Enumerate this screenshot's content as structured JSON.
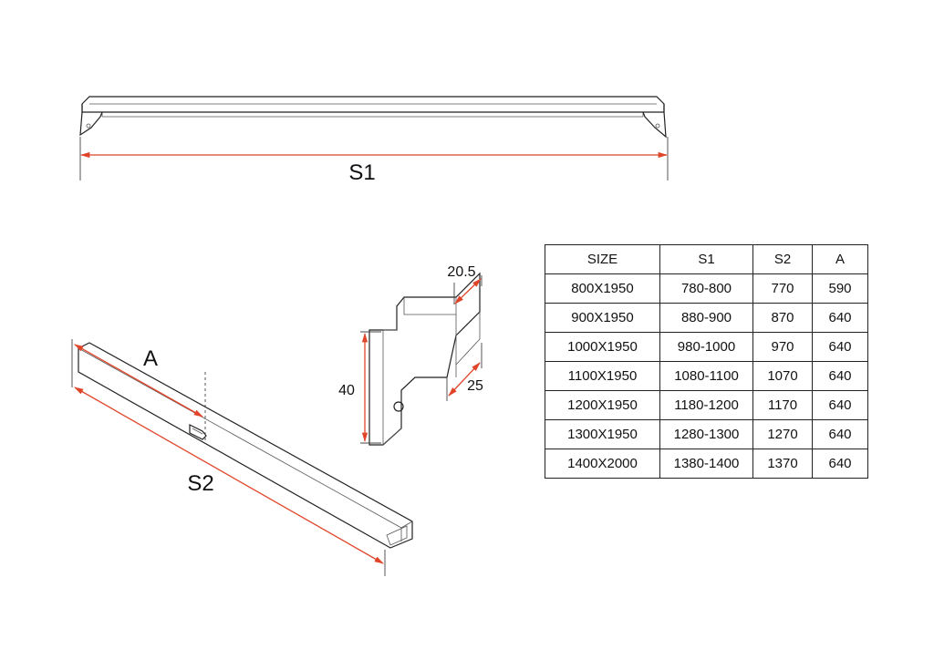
{
  "labels": {
    "s1": "S1",
    "s2": "S2",
    "a": "A",
    "bracket_width": "20.5",
    "bracket_height": "40",
    "bracket_depth": "25"
  },
  "table": {
    "headers": [
      "SIZE",
      "S1",
      "S2",
      "A"
    ],
    "rows": [
      [
        "800X1950",
        "780-800",
        "770",
        "590"
      ],
      [
        "900X1950",
        "880-900",
        "870",
        "640"
      ],
      [
        "1000X1950",
        "980-1000",
        "970",
        "640"
      ],
      [
        "1100X1950",
        "1080-1100",
        "1070",
        "640"
      ],
      [
        "1200X1950",
        "1180-1200",
        "1170",
        "640"
      ],
      [
        "1300X1950",
        "1280-1300",
        "1270",
        "640"
      ],
      [
        "1400X2000",
        "1380-1400",
        "1370",
        "640"
      ]
    ]
  },
  "colors": {
    "dimension": "#e0452a",
    "line": "#222222"
  }
}
